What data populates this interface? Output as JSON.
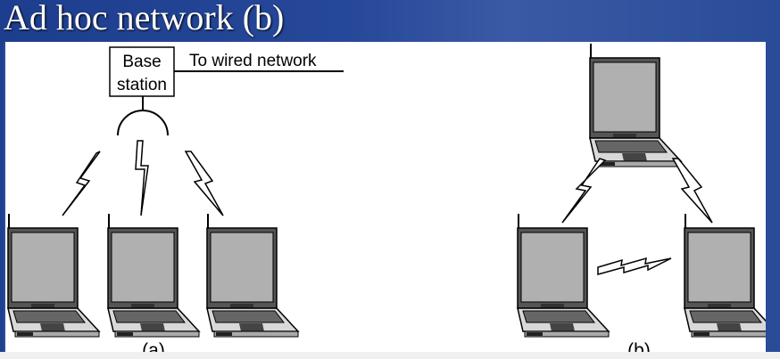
{
  "slide": {
    "title": "Ad hoc network (b)"
  },
  "diagram": {
    "base_station_label_line1": "Base",
    "base_station_label_line2": "station",
    "wired_label": "To wired network",
    "caption_a": "(a)",
    "caption_b": "(b)"
  },
  "colors": {
    "header_blue": "#1f3f8f",
    "screen_gray": "#b0b0b0"
  }
}
